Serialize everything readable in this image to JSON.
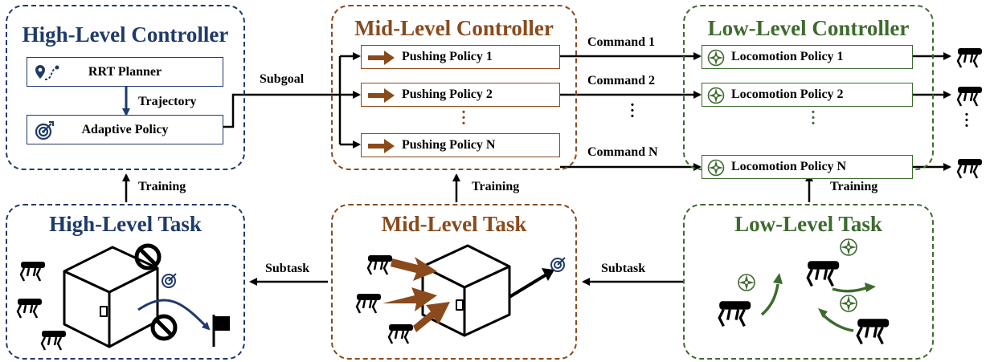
{
  "high_controller": {
    "title": "High-Level Controller",
    "rrt_label": "RRT Planner",
    "trajectory_label": "Trajectory",
    "adaptive_label": "Adaptive Policy"
  },
  "mid_controller": {
    "title": "Mid-Level Controller",
    "policies": [
      "Pushing Policy 1",
      "Pushing Policy 2",
      "Pushing Policy N"
    ]
  },
  "low_controller": {
    "title": "Low-Level Controller",
    "policies": [
      "Locomotion Policy 1",
      "Locomotion Policy 2",
      "Locomotion Policy N"
    ]
  },
  "connections": {
    "subgoal": "Subgoal",
    "commands": [
      "Command 1",
      "Command 2",
      "Command N"
    ],
    "training": "Training",
    "subtask": "Subtask"
  },
  "tasks": {
    "high": "High-Level Task",
    "mid": "Mid-Level Task",
    "low": "Low-Level Task"
  },
  "colors": {
    "high": "#1f3a6b",
    "mid": "#8a4a1c",
    "low": "#3d6b2e"
  }
}
